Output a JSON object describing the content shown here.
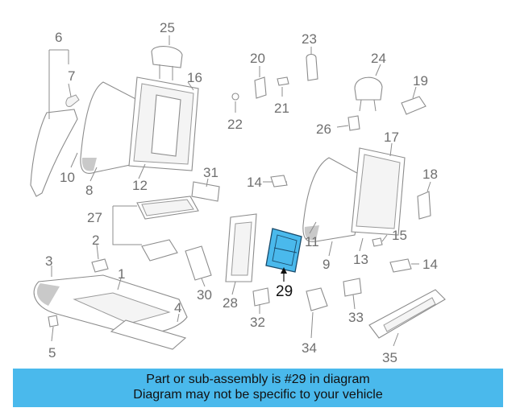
{
  "diagram": {
    "callouts": [
      "1",
      "2",
      "3",
      "4",
      "5",
      "6",
      "7",
      "8",
      "10",
      "11",
      "12",
      "13",
      "14",
      "15",
      "16",
      "17",
      "18",
      "19",
      "20",
      "21",
      "22",
      "23",
      "24",
      "25",
      "26",
      "27",
      "28",
      "29",
      "30",
      "31",
      "32",
      "33",
      "34",
      "35",
      "14",
      "9"
    ],
    "highlight_part": "29",
    "highlight_color": "#4ab9ec"
  },
  "banner": {
    "line1": "Part or sub-assembly is #29 in diagram",
    "line2": "Diagram may not be specific to your vehicle",
    "background": "#4ab9ec"
  }
}
